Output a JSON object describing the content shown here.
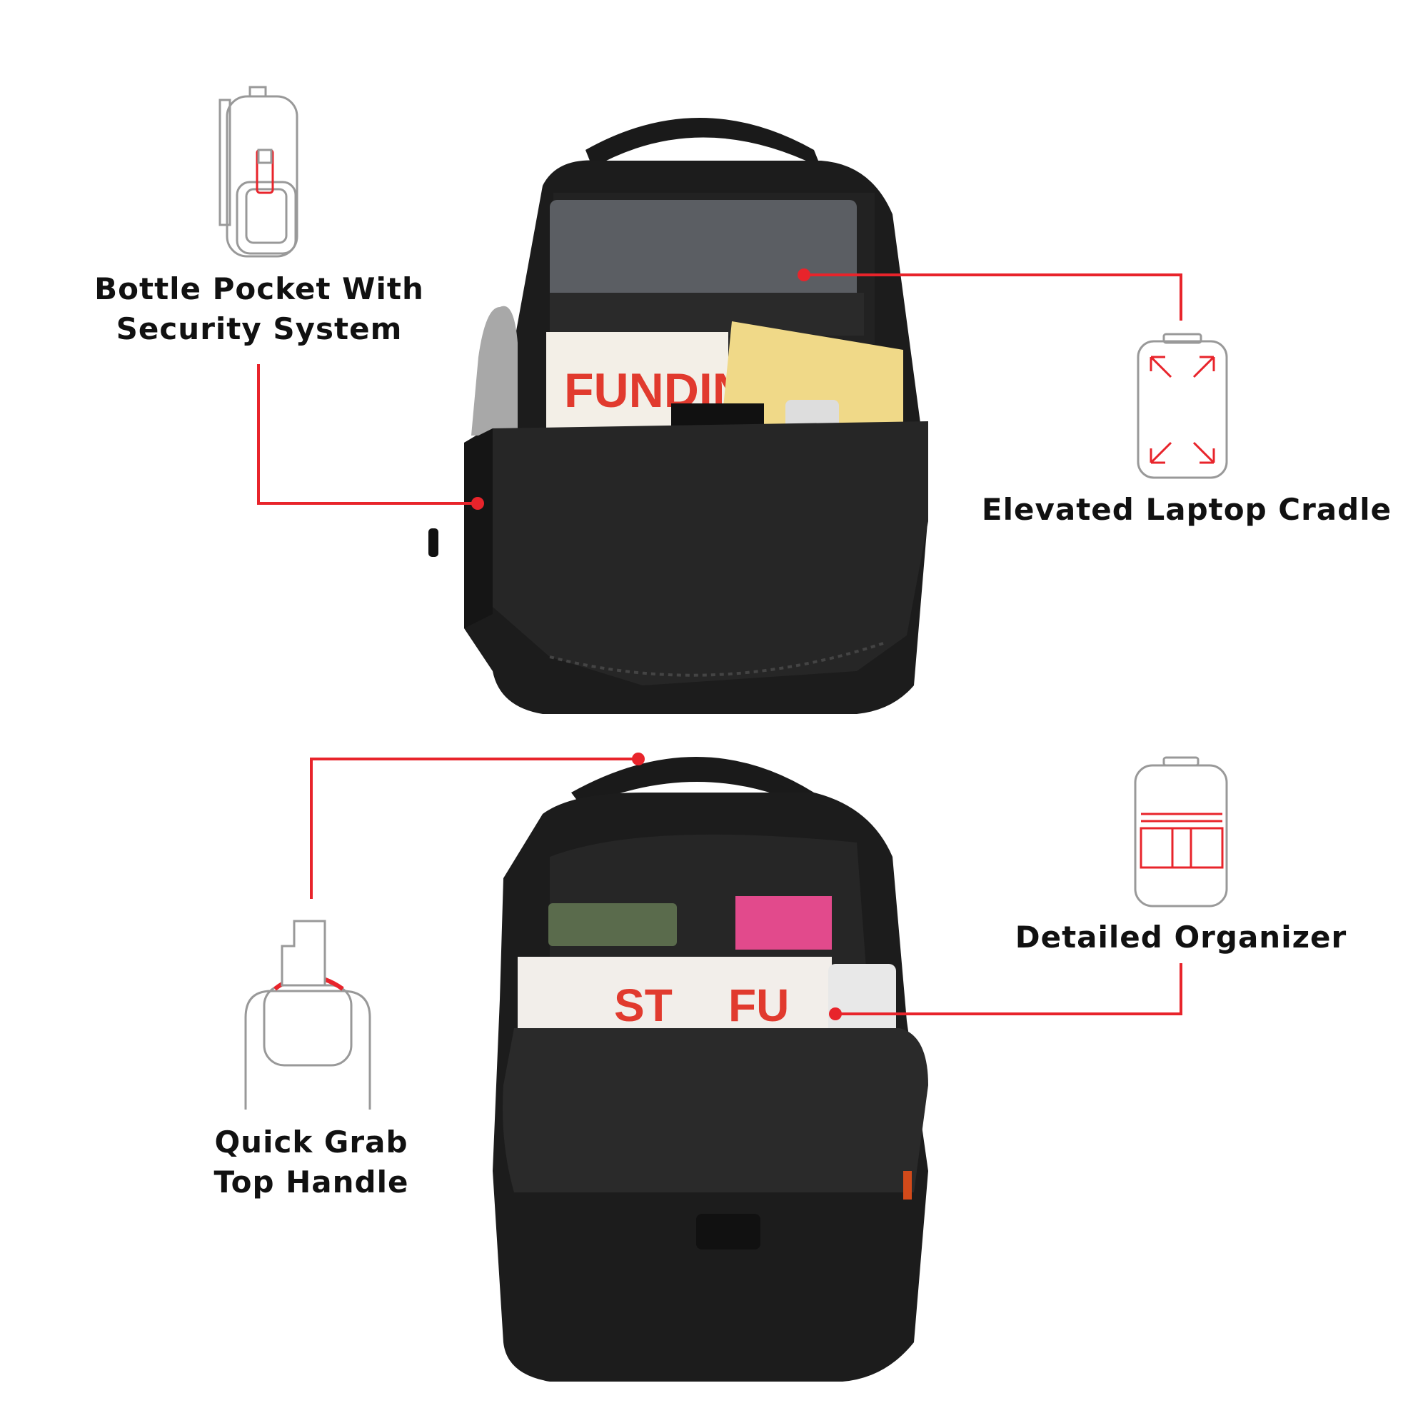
{
  "accent_color": "#e8242b",
  "features": {
    "bottle_pocket": {
      "line1": "Bottle Pocket With",
      "line2": "Security System",
      "icon": "bottle-pocket-icon"
    },
    "laptop_cradle": {
      "line1": "Elevated Laptop Cradle",
      "icon": "laptop-cradle-icon"
    },
    "top_handle": {
      "line1": "Quick Grab",
      "line2": "Top Handle",
      "icon": "top-handle-icon"
    },
    "organizer": {
      "line1": "Detailed Organizer",
      "icon": "organizer-icon"
    }
  }
}
